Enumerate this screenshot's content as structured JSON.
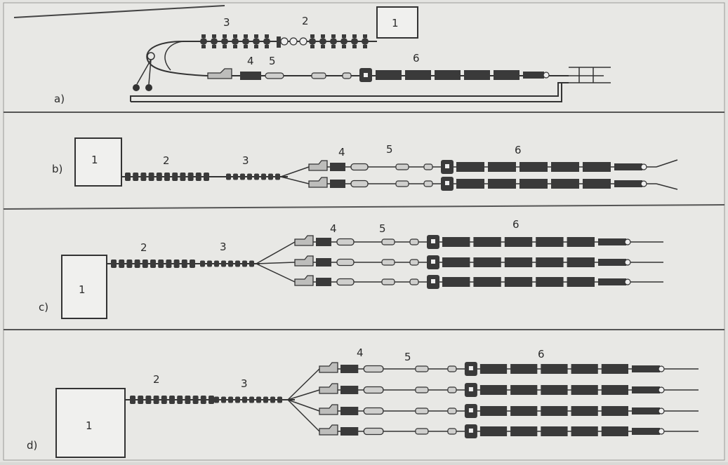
{
  "panels": [
    {
      "id": "a",
      "label": "a)",
      "box": "1",
      "labels": [
        "2",
        "3",
        "4",
        "5",
        "6"
      ]
    },
    {
      "id": "b",
      "label": "b)",
      "box": "1",
      "labels": [
        "2",
        "3",
        "4",
        "5",
        "6"
      ]
    },
    {
      "id": "c",
      "label": "c)",
      "box": "1",
      "labels": [
        "2",
        "3",
        "4",
        "5",
        "6"
      ]
    },
    {
      "id": "d",
      "label": "d)",
      "box": "1",
      "labels": [
        "2",
        "3",
        "4",
        "5",
        "6"
      ]
    }
  ],
  "colors": {
    "ink": "#3a3a3a",
    "paper": "#e6e6e3",
    "frame": "#555555"
  }
}
